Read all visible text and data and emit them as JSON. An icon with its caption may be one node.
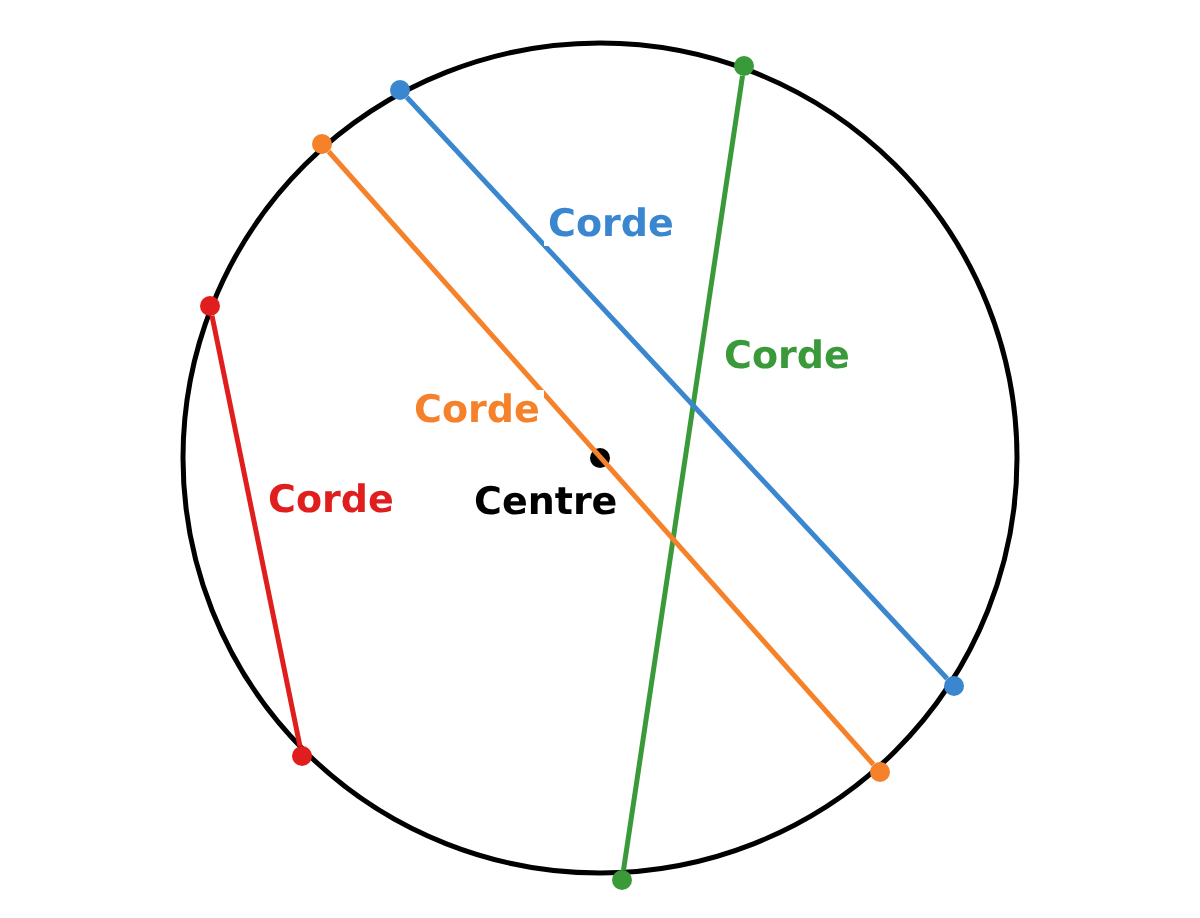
{
  "diagram": {
    "nodes": [
      {
        "text": [],
        "shape": "circle"
      },
      {
        "text": [],
        "shape": "circle"
      },
      {
        "text": [],
        "shape": "circle"
      },
      {
        "text": [],
        "shape": "circle"
      },
      {
        "text": [],
        "shape": "circle"
      },
      {
        "text": [],
        "shape": "circle",
        "in": 0,
        "beside": [
          "Centre"
        ]
      },
      {
        "text": [],
        "shape": "circle"
      },
      {
        "text": [],
        "shape": "circle"
      },
      {
        "text": [],
        "shape": "circle"
      },
      {
        "text": [],
        "shape": "circle"
      }
    ],
    "edges": [
      {
        "from": 1,
        "to": 9,
        "arrow": "none",
        "label": "Corde",
        "color": "#3a9a3a"
      },
      {
        "from": 2,
        "to": 6,
        "arrow": "none",
        "label": "Corde",
        "color": "#3a87d0"
      },
      {
        "from": 3,
        "to": 8,
        "arrow": "none",
        "label": "Corde",
        "color": "#f5822a"
      },
      {
        "from": 4,
        "to": 7,
        "arrow": "none",
        "label": "Corde",
        "color": "#e01e1e"
      }
    ]
  }
}
